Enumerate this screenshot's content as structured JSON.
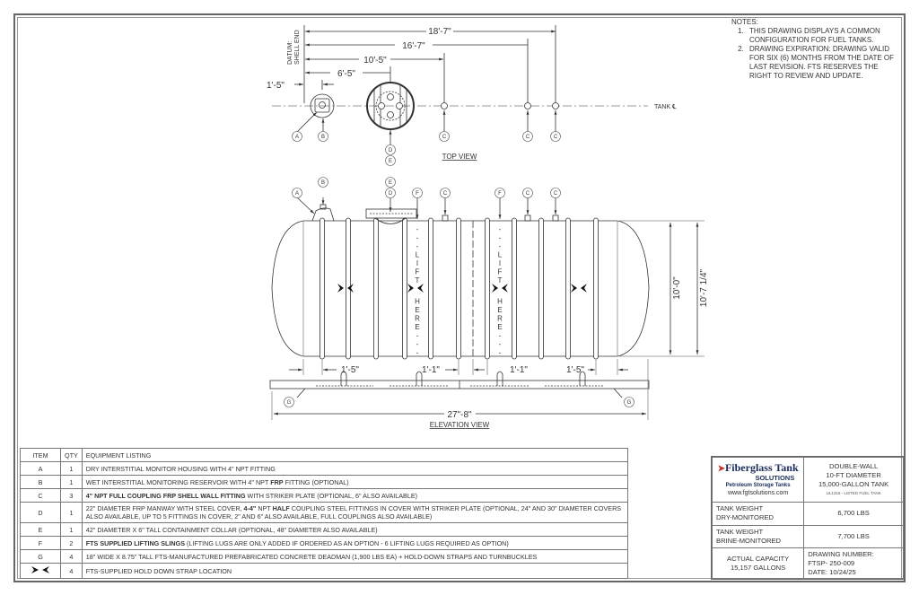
{
  "notes": {
    "heading": "NOTES:",
    "items": [
      "THIS DRAWING DISPLAYS A COMMON CONFIGURATION FOR FUEL TANKS.",
      "DRAWING EXPIRATION: DRAWING VALID FOR SIX (6) MONTHS FROM THE DATE OF LAST REVISION. FTS RESERVES THE RIGHT TO REVIEW AND UPDATE."
    ]
  },
  "top_view": {
    "title": "TOP VIEW",
    "datum_label_1": "DATUM:",
    "datum_label_2": "SHELL END",
    "centerline_label": "TANK ℄",
    "dims": [
      "18'-7\"",
      "16'-7\"",
      "10'-5\"",
      "6'-5\"",
      "1'-5\""
    ],
    "balloons": [
      "A",
      "B",
      "C",
      "C",
      "C",
      "D",
      "E"
    ]
  },
  "elevation_view": {
    "title": "ELEVATION VIEW",
    "lift_label": [
      "-",
      "-",
      "-",
      "L",
      "I",
      "F",
      "T",
      "H",
      "E",
      "R",
      "E",
      "-",
      "-",
      "-"
    ],
    "dims": {
      "overall_length": "27\"-8\"",
      "diameter": "10'-0\"",
      "overall_height": "10'-7 1/4\"",
      "strap_1": "1'-5\"",
      "strap_2": "1'-1\"",
      "strap_3": "1'-1\"",
      "strap_4": "1'-5\""
    },
    "balloons": [
      "A",
      "B",
      "E",
      "D",
      "F",
      "C",
      "F",
      "C",
      "C",
      "G",
      "G"
    ]
  },
  "equipment_table": {
    "headers": [
      "ITEM",
      "QTY",
      "EQUIPMENT LISTING"
    ],
    "rows": [
      {
        "item": "A",
        "qty": "1",
        "seg": [
          "DRY INTERSTITIAL MONITOR HOUSING WITH 4\" NPT FITTING"
        ]
      },
      {
        "item": "B",
        "qty": "1",
        "seg": [
          "WET INTERSTITIAL MONITORING RESERVOIR WITH 4\" NPT ",
          "FRP",
          " FITTING (OPTIONAL)"
        ]
      },
      {
        "item": "C",
        "qty": "3",
        "seg": [
          "4\" NPT FULL COUPLING FRP SHELL WALL FITTING",
          " WITH STRIKER PLATE (OPTIONAL, 6\" ALSO AVAILABLE)"
        ]
      },
      {
        "item": "D",
        "qty": "1",
        "seg": [
          "22\" DIAMETER FRP MANWAY WITH STEEL COVER, ",
          "4-4\"",
          " NPT ",
          "HALF",
          " COUPLING STEEL FITTINGS IN COVER WITH STRIKER PLATE (OPTIONAL, 24\" AND 30\" DIAMETER COVERS ALSO AVAILABLE, UP TO 5 FITTINGS IN COVER, 2\" AND 6\" ALSO AVAILABLE, FULL COUPLINGS ALSO AVAILABLE)"
        ]
      },
      {
        "item": "E",
        "qty": "1",
        "seg": [
          "42\" DIAMETER X 6\" TALL CONTAINMENT COLLAR (OPTIONAL, 48\" DIAMETER ALSO AVAILABLE)"
        ]
      },
      {
        "item": "F",
        "qty": "2",
        "seg": [
          "FTS SUPPLIED LIFTING SLINGS",
          " (LIFTING LUGS ARE ONLY ADDED IF ORDERED AS AN OPTION - 6 LIFTING LUGS REQUIRED AS OPTION)"
        ]
      },
      {
        "item": "G",
        "qty": "4",
        "seg": [
          "18\" WIDE X 8.75\" TALL FTS-MANUFACTURED PREFABRICATED CONCRETE DEADMAN (1,900 LBS EA) + HOLD-DOWN STRAPS AND TURNBUCKLES"
        ]
      },
      {
        "item_icon": "hold-down-strap-symbol",
        "qty": "4",
        "seg": [
          "FTS-SUPPLIED HOLD DOWN STRAP LOCATION"
        ]
      }
    ]
  },
  "title_block": {
    "logo": {
      "name": "Fiberglass Tank",
      "sub": "SOLUTIONS",
      "tagline": "Petroleum Storage Tanks",
      "url": "www.fgtsolutions.com",
      "colors": {
        "navy": "#1a2d5a",
        "red": "#c0392b"
      }
    },
    "description": [
      "DOUBLE-WALL",
      "10-FT DIAMETER",
      "15,000-GALLON TANK"
    ],
    "listing": "UL1316 - LISTED FUEL TANK",
    "weight_dry_label": [
      "TANK WEIGHT",
      "DRY-MONITORED"
    ],
    "weight_dry": "6,700 LBS",
    "weight_brine_label": [
      "TANK WEIGHT",
      "BRINE-MONITORED"
    ],
    "weight_brine": "7,700 LBS",
    "capacity_label": "ACTUAL CAPACITY",
    "capacity": "15,157 GALLONS",
    "drawing_number_label": "DRAWING NUMBER:",
    "drawing_number": "FTSP- 250-009",
    "date": "DATE: 10/24/25"
  }
}
